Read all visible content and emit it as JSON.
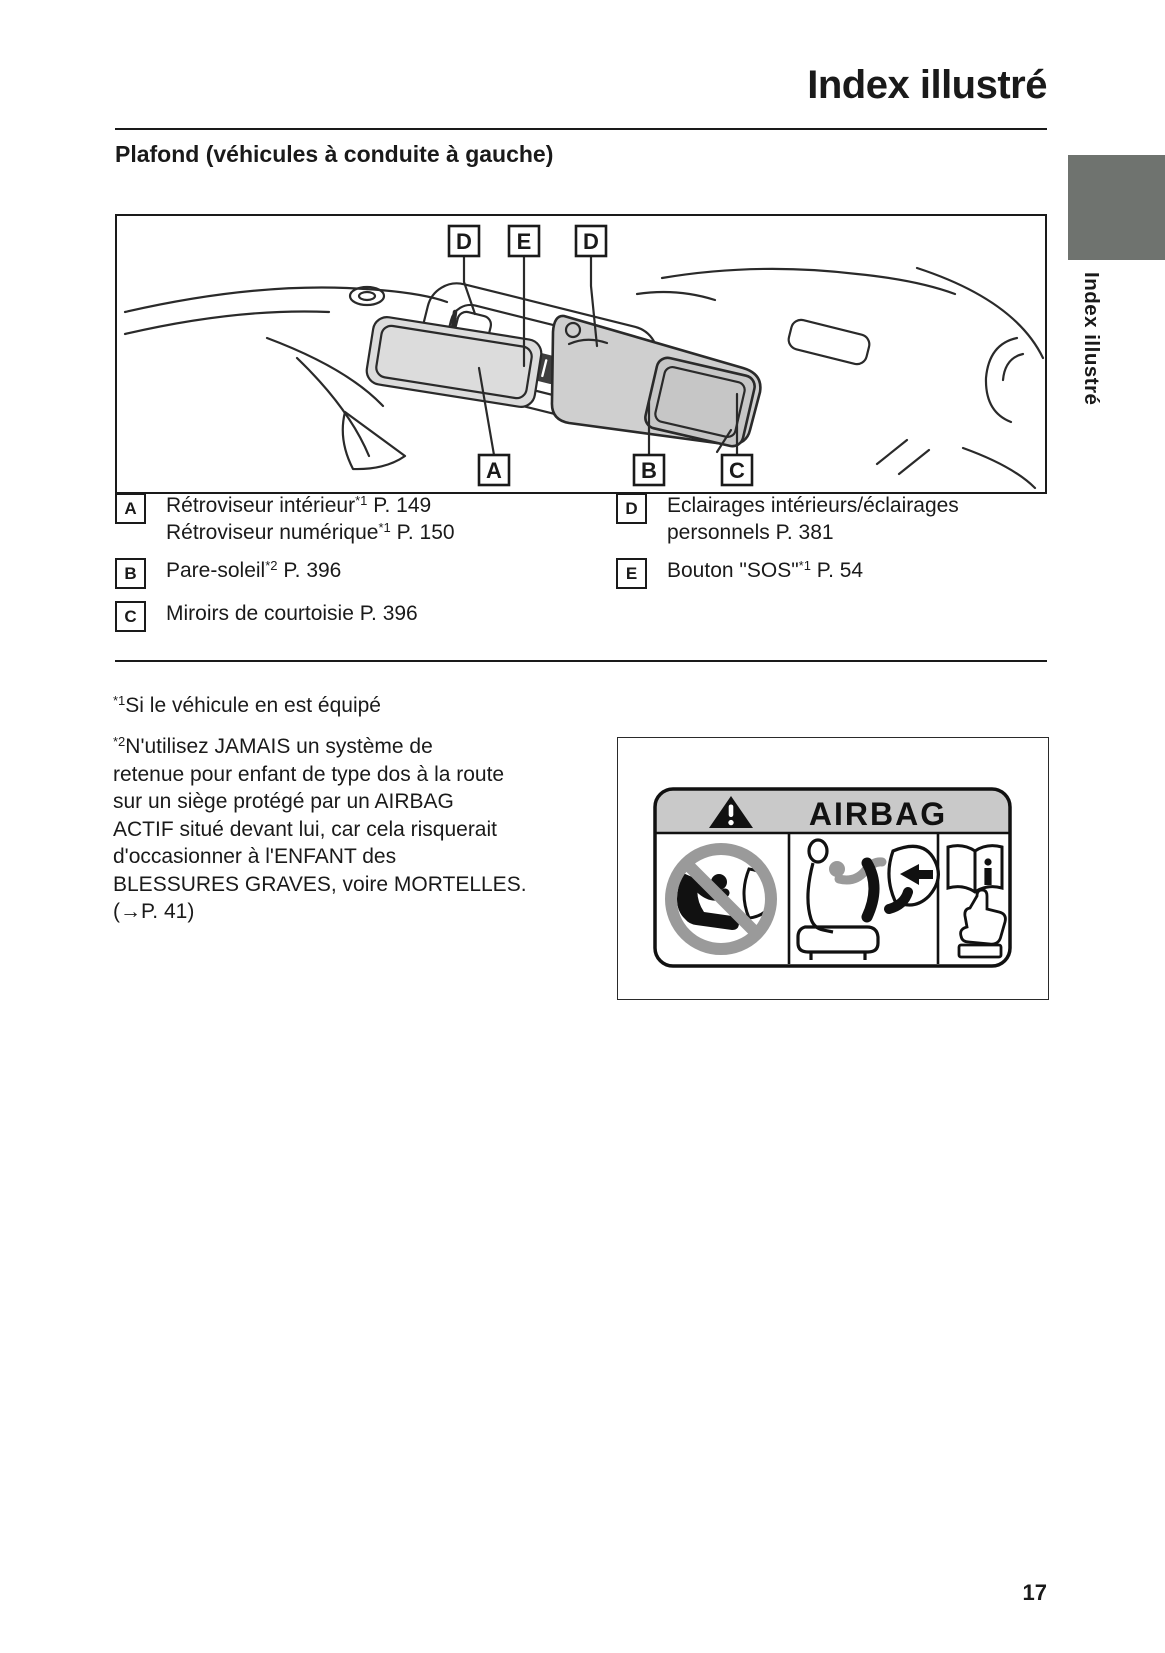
{
  "page": {
    "title": "Index illustré",
    "page_number": "17",
    "sidebar_tab_label": "Index illustré",
    "colors": {
      "tab_gray": "#6f736f",
      "label_header_gray": "#c9c9c9",
      "prohibition_gray": "#9a9a9a",
      "line_dark": "#1a1a1a"
    }
  },
  "section": {
    "heading": "Plafond (véhicules à conduite à gauche)"
  },
  "diagram": {
    "callouts_top": [
      "D",
      "E",
      "D"
    ],
    "callouts_bottom": [
      "A",
      "B",
      "C"
    ]
  },
  "legend": {
    "a": {
      "key": "A",
      "line1_pre": "Rétroviseur intérieur",
      "line1_sup": "*1",
      "line1_post": " P. 149",
      "line2_pre": "Rétroviseur numérique",
      "line2_sup": "*1",
      "line2_post": " P. 150"
    },
    "b": {
      "key": "B",
      "pre": "Pare-soleil",
      "sup": "*2",
      "post": " P. 396"
    },
    "c": {
      "key": "C",
      "pre": "Miroirs de courtoisie P. 396"
    },
    "d": {
      "key": "D",
      "line1": "Eclairages intérieurs/éclairages",
      "line2": "personnels P. 381"
    },
    "e": {
      "key": "E",
      "pre": "Bouton \"SOS\"",
      "sup": "*1",
      "post": " P. 54"
    }
  },
  "footnotes": {
    "fn1_sup": "*1",
    "fn1_text": "Si le véhicule en est équipé",
    "fn2_sup": "*2",
    "fn2_lines": [
      "N'utilisez JAMAIS un système de",
      "retenue pour enfant de type dos à la route",
      "sur un siège protégé par un AIRBAG",
      "ACTIF situé devant lui, car cela risquerait",
      "d'occasionner à l'ENFANT des",
      "BLESSURES GRAVES, voire MORTELLES.",
      "(→P. 41)"
    ]
  },
  "warning_label": {
    "header": "AIRBAG",
    "icons": [
      "warning-triangle-icon",
      "no-rear-facing-child-seat-icon",
      "airbag-deployment-icon",
      "read-manual-icon"
    ]
  }
}
